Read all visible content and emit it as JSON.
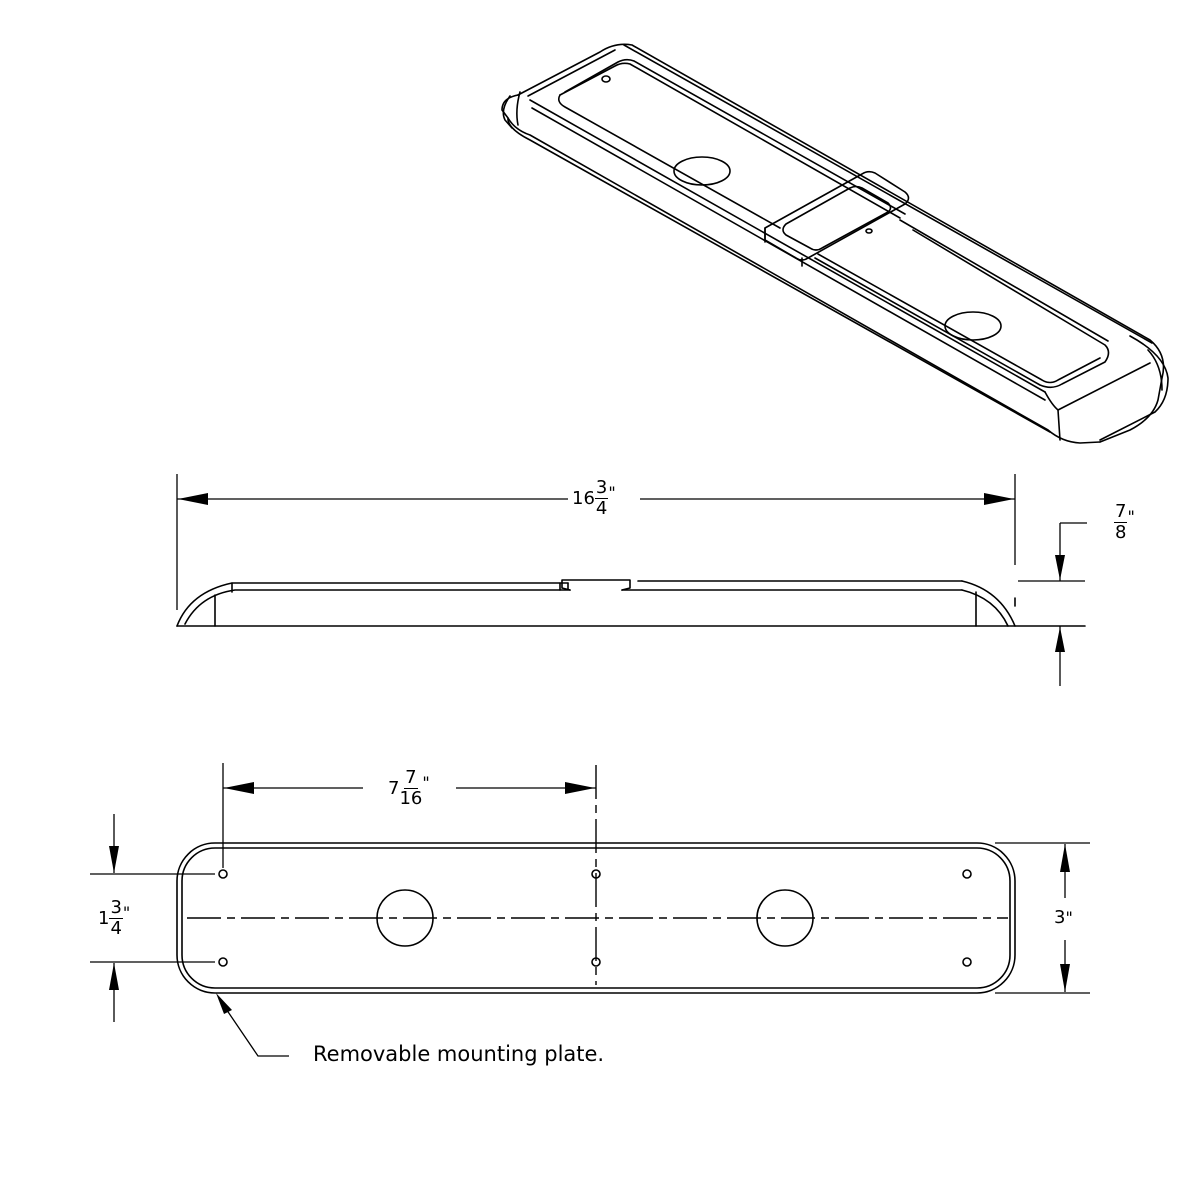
{
  "drawing": {
    "title": "Removable mounting plate drawing",
    "views": [
      "isometric",
      "side-elevation",
      "top-plan"
    ]
  },
  "dimensions": {
    "overall_length": {
      "whole": "16",
      "num": "3",
      "den": "4",
      "unit": "\""
    },
    "height": {
      "whole": "",
      "num": "7",
      "den": "8",
      "unit": "\""
    },
    "hole_spacing": {
      "whole": "7",
      "num": "7",
      "den": "16",
      "unit": "\""
    },
    "hole_row_spacing": {
      "whole": "1",
      "num": "3",
      "den": "4",
      "unit": "\""
    },
    "width": {
      "value": "3",
      "unit": "\""
    }
  },
  "callouts": {
    "mounting_plate_note": "Removable mounting plate."
  },
  "colors": {
    "line": "#000000",
    "background": "#ffffff"
  }
}
